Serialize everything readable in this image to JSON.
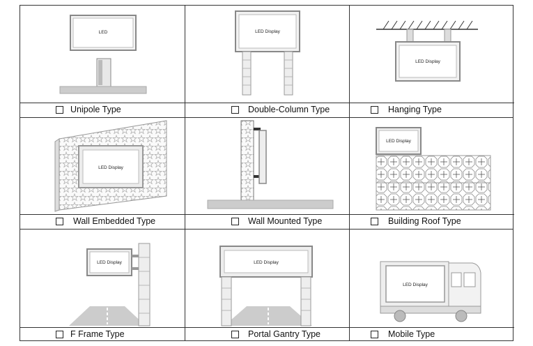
{
  "cells": [
    {
      "label": "Unipole Type",
      "sign": "LED"
    },
    {
      "label": "Double-Column Type",
      "sign": "LED Display"
    },
    {
      "label": "Hanging Type",
      "sign": "LED Display"
    },
    {
      "label": "Wall Embedded Type",
      "sign": "LED Display"
    },
    {
      "label": "Wall Mounted Type",
      "sign": ""
    },
    {
      "label": "Building Roof Type",
      "sign": "LED Display"
    },
    {
      "label": "F Frame Type",
      "sign": "LED Display"
    },
    {
      "label": "Portal Gantry Type",
      "sign": "LED Display"
    },
    {
      "label": "Mobile Type",
      "sign": "LED Display"
    }
  ]
}
